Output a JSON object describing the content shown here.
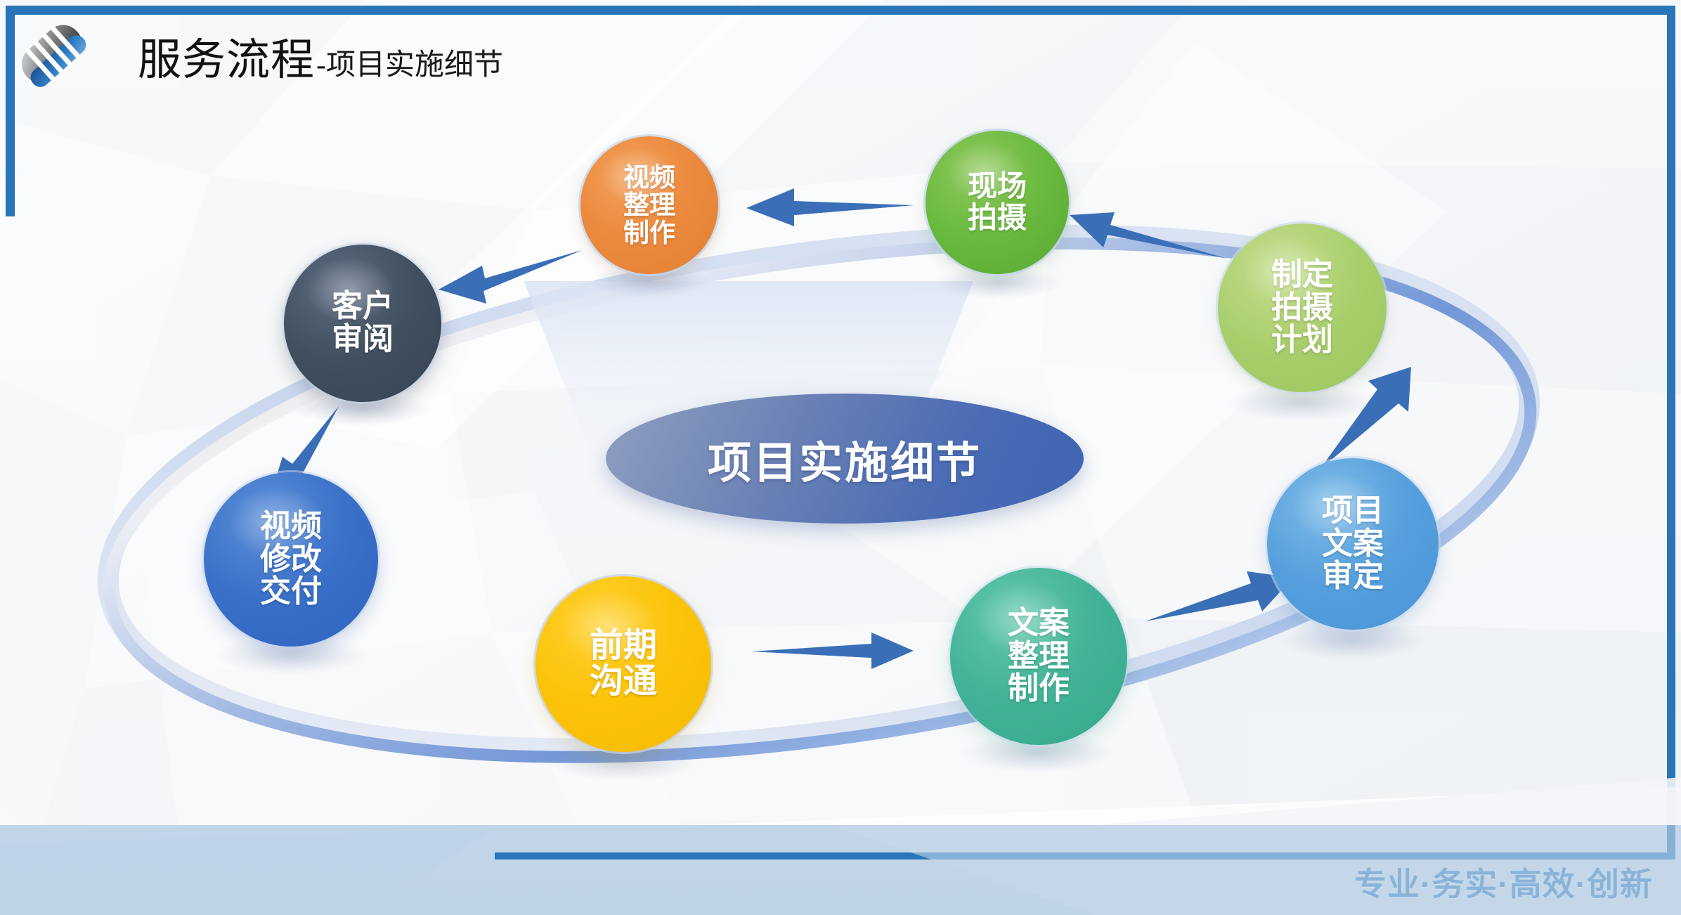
{
  "header": {
    "title_main": "服务流程",
    "title_sub": "-项目实施细节",
    "logo_name": "company-diamond-logo"
  },
  "center": {
    "label": "项目实施细节"
  },
  "nodes": [
    {
      "id": "pre-communication",
      "label": "前期\n沟通",
      "color": "#fbc309",
      "order": 1
    },
    {
      "id": "copy-production",
      "label": "文案\n整理\n制作",
      "color": "#42b398",
      "order": 2
    },
    {
      "id": "copy-approval",
      "label": "项目\n文案\n审定",
      "color": "#569fdd",
      "order": 3
    },
    {
      "id": "shoot-plan",
      "label": "制定\n拍摄\n计划",
      "color": "#a8ce6b",
      "order": 4
    },
    {
      "id": "on-site-shoot",
      "label": "现场\n拍摄",
      "color": "#6aba3f",
      "order": 5
    },
    {
      "id": "video-editing",
      "label": "视频\n整理\n制作",
      "color": "#ec8a3e",
      "order": 6
    },
    {
      "id": "client-review",
      "label": "客户\n审阅",
      "color": "#41505f",
      "order": 7
    },
    {
      "id": "video-delivery",
      "label": "视频\n修改\n交付",
      "color": "#3a70c8",
      "order": 8
    }
  ],
  "flow_arrows": [
    {
      "from": "pre-communication",
      "to": "copy-production"
    },
    {
      "from": "copy-production",
      "to": "copy-approval"
    },
    {
      "from": "copy-approval",
      "to": "shoot-plan"
    },
    {
      "from": "shoot-plan",
      "to": "on-site-shoot"
    },
    {
      "from": "on-site-shoot",
      "to": "video-editing"
    },
    {
      "from": "video-editing",
      "to": "client-review"
    },
    {
      "from": "client-review",
      "to": "video-delivery"
    }
  ],
  "footer": {
    "tagline": "专业·务实·高效·创新"
  },
  "colors": {
    "frame_blue": "#2a74b8",
    "arrow_blue": "#3a6fb8",
    "tagline_blue": "#2f7ac0",
    "band_blue": "#c2d5e8"
  }
}
